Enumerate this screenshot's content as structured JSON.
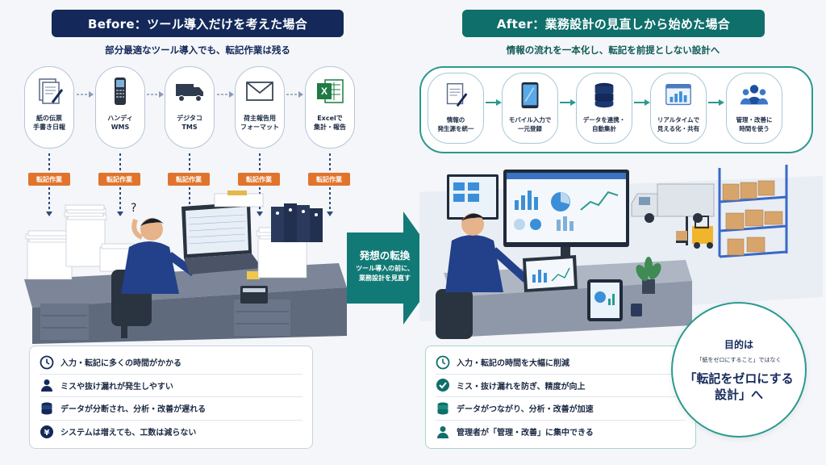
{
  "before": {
    "title": "Before：ツール導入だけを考えた場合",
    "subtitle": "部分最適なツール導入でも、転記作業は残る",
    "steps": [
      {
        "label": "紙の伝票\n手書き日報"
      },
      {
        "label": "ハンディ\nWMS"
      },
      {
        "label": "デジタコ\nTMS"
      },
      {
        "label": "荷主報告用\nフォーマット"
      },
      {
        "label": "Excelで\n集計・報告"
      }
    ],
    "tag": "転記作業",
    "issues": [
      "入力・転記に多くの時間がかかる",
      "ミスや抜け漏れが発生しやすい",
      "データが分断され、分析・改善が遅れる",
      "システムは増えても、工数は減らない"
    ]
  },
  "after": {
    "title": "After：業務設計の見直しから始めた場合",
    "subtitle": "情報の流れを一本化し、転記を前提としない設計へ",
    "steps": [
      {
        "label": "情報の\n発生源を統一"
      },
      {
        "label": "モバイル入力で\n一元登録"
      },
      {
        "label": "データを連携・\n自動集計"
      },
      {
        "label": "リアルタイムで\n見える化・共有"
      },
      {
        "label": "管理・改善に\n時間を使う"
      }
    ],
    "benefits": [
      "入力・転記の時間を大幅に削減",
      "ミス・抜け漏れを防ぎ、精度が向上",
      "データがつながり、分析・改善が加速",
      "管理者が「管理・改善」に集中できる"
    ]
  },
  "shift": {
    "title": "発想の転換",
    "text": "ツール導入の前に、\n業務設計を見直す"
  },
  "purpose": {
    "heading": "目的は",
    "note": "「紙をゼロにすること」ではなく",
    "main": "「転記をゼロにする\n設計」へ"
  },
  "colors": {
    "navy": "#14295a",
    "teal": "#0f6f6a",
    "orange": "#e0742c"
  }
}
